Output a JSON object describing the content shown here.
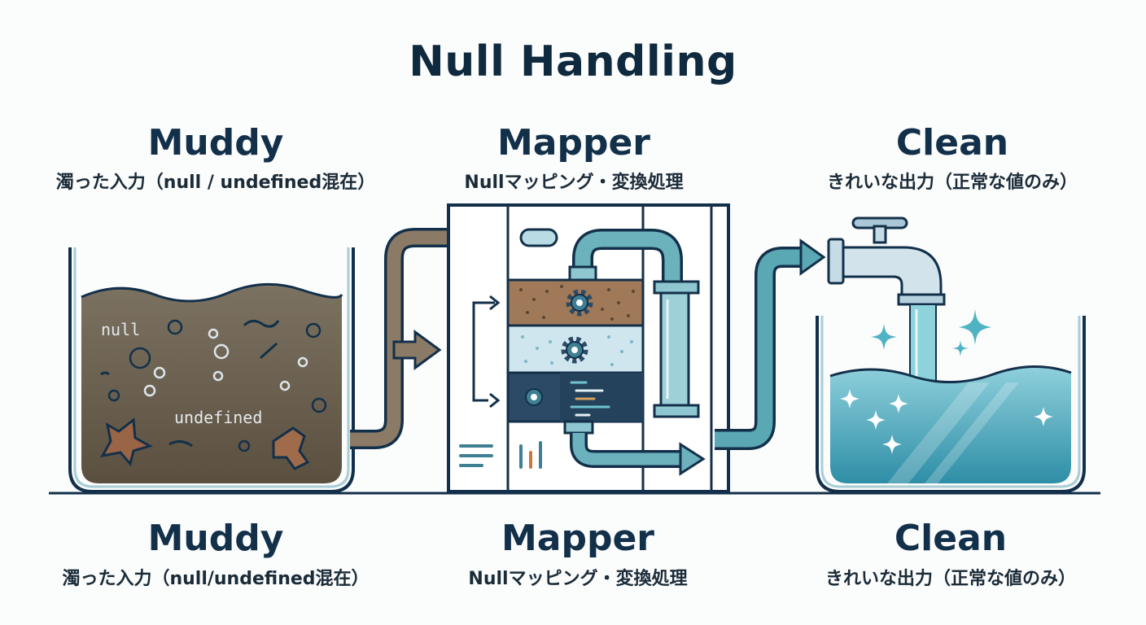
{
  "title": "Null Handling",
  "stages_top": [
    {
      "heading": "Muddy",
      "sub": "濁った入力（null / undefined混在）"
    },
    {
      "heading": "Mapper",
      "sub": "Nullマッピング・変換処理"
    },
    {
      "heading": "Clean",
      "sub": "きれいな出力（正常な値のみ）"
    }
  ],
  "stages_bottom": [
    {
      "heading": "Muddy",
      "sub": "濁った入力（null/undefined混在）"
    },
    {
      "heading": "Mapper",
      "sub": "Nullマッピング・変換処理"
    },
    {
      "heading": "Clean",
      "sub": "きれいな出力（正常な値のみ）"
    }
  ],
  "tank_labels": {
    "null": "null",
    "undefined": "undefined"
  },
  "colors": {
    "ink": "#13304a",
    "mud": "#6f6554",
    "pipe_brown": "#8a7a66",
    "teal": "#5aa8b4",
    "water": "#3b9ab0",
    "filter_sand": "#a07a58",
    "filter_light": "#cfe6ee",
    "filter_dark": "#2c4a66"
  },
  "icons": [
    "gear-icon",
    "faucet-icon",
    "sparkle-icon",
    "arrow-right-icon"
  ]
}
